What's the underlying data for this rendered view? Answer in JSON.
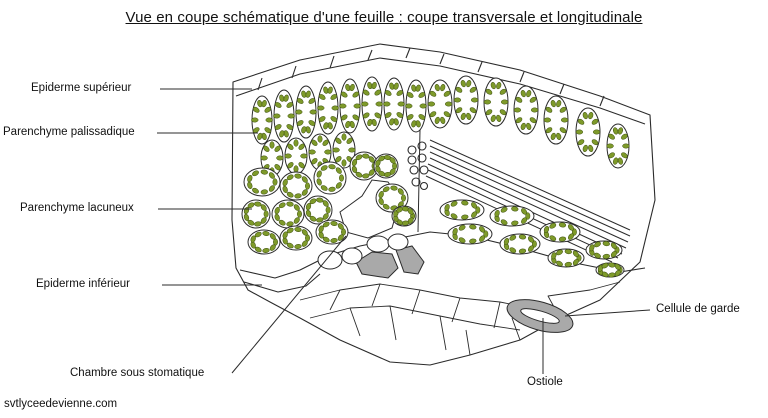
{
  "title": "Vue en coupe schématique d'une feuille : coupe transversale et longitudinale",
  "labels": {
    "epiderme_superieur": "Epiderme supérieur",
    "parenchyme_palissadique": "Parenchyme palissadique",
    "parenchyme_lacuneux": "Parenchyme lacuneux",
    "epiderme_inferieur": "Epiderme inférieur",
    "chambre_sous_stomatique": "Chambre sous stomatique",
    "cellule_de_garde": "Cellule de garde",
    "ostiole": "Ostiole"
  },
  "credit": "svtlyceedevienne.com",
  "colors": {
    "line": "#2b2b2b",
    "chloroplast_fill": "#7e9a2a",
    "chloroplast_stroke": "#3d4f10",
    "guard_cell": "#a9a9a9"
  }
}
